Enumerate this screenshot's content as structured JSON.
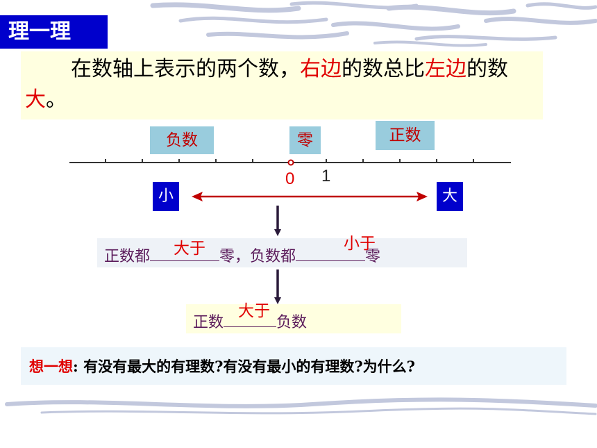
{
  "header": {
    "title": "理一理"
  },
  "statement": {
    "part1": "在数轴上表示的两个数，",
    "part2": "右边",
    "part3": "的数总比",
    "part4": "左边",
    "part5": "的数",
    "part6": "大",
    "part7": "。"
  },
  "number_line": {
    "negative_label": "负数",
    "zero_label": "零",
    "positive_label": "正数",
    "origin_label": "0",
    "one_label": "1",
    "small_label": "小",
    "big_label": "大"
  },
  "fill_in_1": {
    "prefix": "正数都",
    "middle": "零，负数都",
    "suffix": "零",
    "answer1": "大于",
    "answer2": "小于"
  },
  "fill_in_2": {
    "prefix": "正数",
    "suffix": "负数",
    "answer": "大于"
  },
  "think": {
    "label": "想一想",
    "colon": ":",
    "question": " 有没有最大的有理数?有没有最小的有理数?为什么?"
  },
  "colors": {
    "title_bg": "#0000cc",
    "label_bg": "#99ccdd",
    "accent_red": "#e00000",
    "arrow_red": "#c00000",
    "text_purple": "#5a1a5a"
  }
}
